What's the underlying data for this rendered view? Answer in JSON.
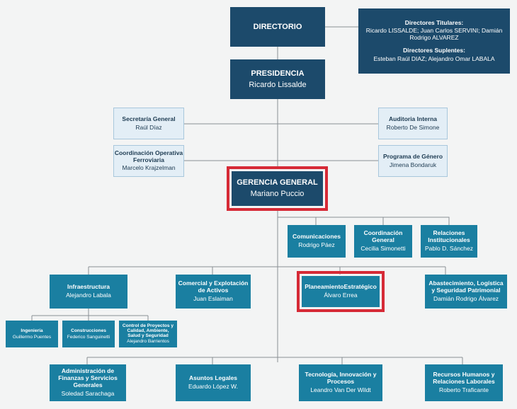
{
  "directorio": {
    "title": "DIRECTORIO"
  },
  "directors": {
    "titulares_title": "Directores Titulares:",
    "titulares_names": "Ricardo LISSALDE; Juan Carlos SERVINI; Damián Rodrigo ALVAREZ",
    "suplentes_title": "Directores Suplentes:",
    "suplentes_names": "Esteban Raúl DIAZ; Alejandro Omar LABALA"
  },
  "presidencia": {
    "title": "PRESIDENCIA",
    "name": "Ricardo Lissalde"
  },
  "staff": {
    "secretaria": {
      "title": "Secretaría General",
      "name": "Raúl Díaz"
    },
    "auditoria": {
      "title": "Auditoria Interna",
      "name": "Roberto De Simone"
    },
    "coordinacion_ferroviaria": {
      "title": "Coordinación Operativa Ferroviaria",
      "name": "Marcelo Krajzelman"
    },
    "genero": {
      "title": "Programa de Género",
      "name": "Jimena Bondaruk"
    }
  },
  "gerencia": {
    "title": "GERENCIA GENERAL",
    "name": "Mariano Puccio"
  },
  "gerencia_staff": [
    {
      "title": "Comunicaciones",
      "name": "Rodrigo Páez"
    },
    {
      "title": "Coordinación General",
      "name": "Cecilia Simonetti"
    },
    {
      "title": "Relaciones Institucionales",
      "name": "Pablo D. Sánchez"
    }
  ],
  "row1": [
    {
      "title": "Infraestructura",
      "name": "Alejandro Labala"
    },
    {
      "title": "Comercial y Explotación de Activos",
      "name": "Juan Eslaiman"
    },
    {
      "title": "PlaneamientoEstratégico",
      "name": "Álvaro Errea"
    },
    {
      "title": "Abastecimiento, Logística y Seguridad Patrimonial",
      "name": "Damián Rodrigo Álvarez"
    }
  ],
  "infra_subs": [
    {
      "title": "Ingeniería",
      "name": "Guillermo Puentes"
    },
    {
      "title": "Construcciones",
      "name": "Federico Sanguinetti"
    },
    {
      "title": "Control de Proyectos y Calidad, Ambiente, Salud y Seguridad",
      "name": "Alejandro Barrientos"
    }
  ],
  "row2": [
    {
      "title": "Administración de Finanzas y Servicios Generales",
      "name": "Soledad Sarachaga"
    },
    {
      "title": "Asuntos Legales",
      "name": "Eduardo López W."
    },
    {
      "title": "Tecnología, Innovación y Procesos",
      "name": "Leandro Van Der Wildt"
    },
    {
      "title": "Recursos Humanos y Relaciones Laborales",
      "name": "Roberto Traficante"
    }
  ]
}
